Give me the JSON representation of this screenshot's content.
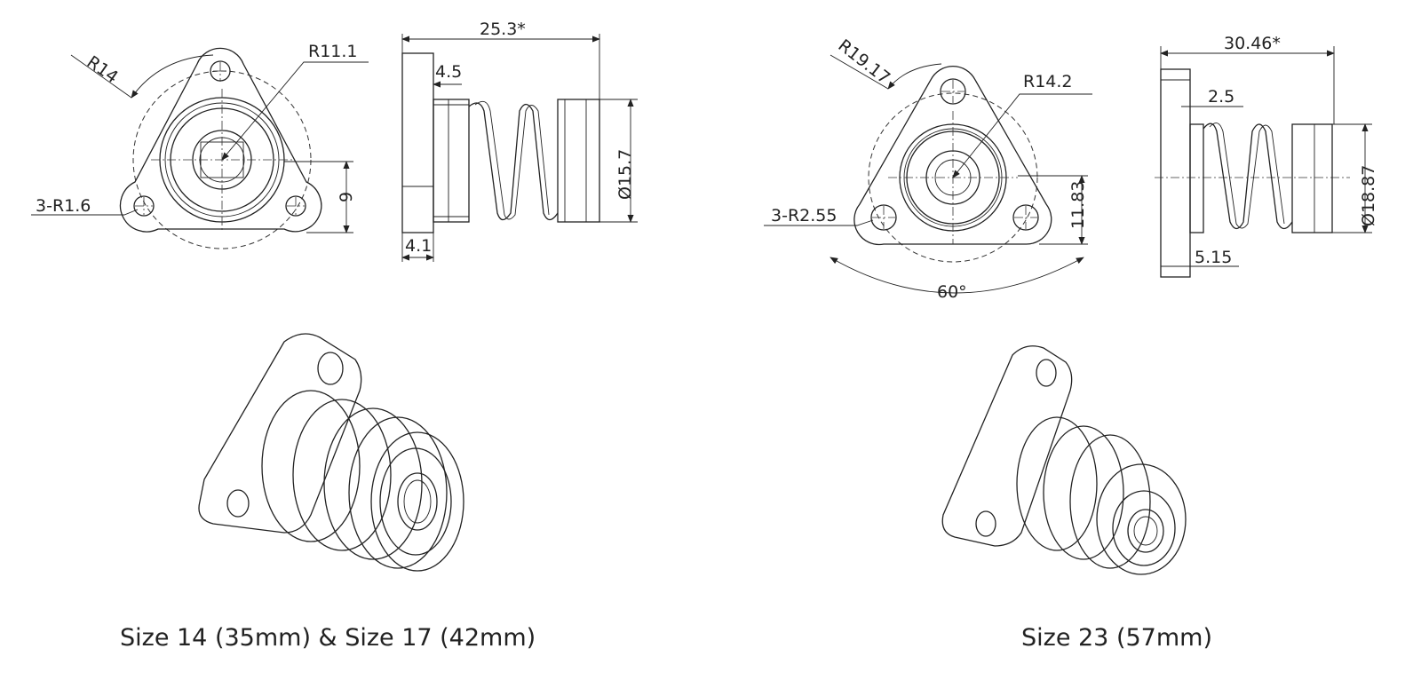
{
  "left": {
    "front_view": {
      "radius_outer": "R14",
      "radius_ring": "R11.1",
      "holes": "3-R1.6",
      "offset": "9"
    },
    "side_view": {
      "length": "25.3*",
      "flange_gap": "4.5",
      "diameter": "Ø15.7",
      "flange_thickness": "4.1"
    },
    "caption": "Size 14 (35mm) & Size 17 (42mm)"
  },
  "right": {
    "front_view": {
      "radius_outer": "R19.17",
      "radius_ring": "R14.2",
      "holes": "3-R2.55",
      "offset": "11.83",
      "angle": "60°"
    },
    "side_view": {
      "length": "30.46*",
      "flange_gap": "2.5",
      "diameter": "Ø18.87",
      "flange_thickness": "5.15"
    },
    "caption": "Size 23 (57mm)"
  }
}
